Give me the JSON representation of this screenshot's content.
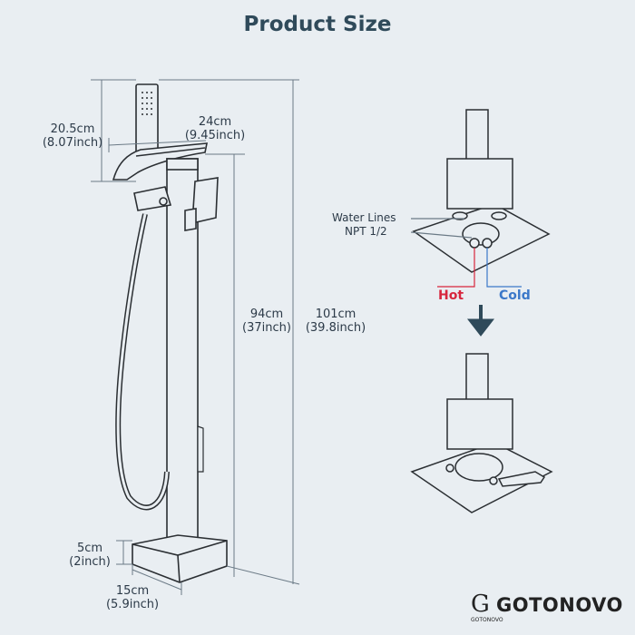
{
  "title": "Product Size",
  "dimensions": {
    "handshower_height": {
      "metric": "20.5cm",
      "imperial": "(8.07inch)"
    },
    "spout_length": {
      "metric": "24cm",
      "imperial": "(9.45inch)"
    },
    "spout_height": {
      "metric": "94cm",
      "imperial": "(37inch)"
    },
    "total_height": {
      "metric": "101cm",
      "imperial": "(39.8inch)"
    },
    "base_height": {
      "metric": "5cm",
      "imperial": "(2inch)"
    },
    "base_width": {
      "metric": "15cm",
      "imperial": "(5.9inch)"
    }
  },
  "install": {
    "water_lines_label": "Water Lines",
    "npt_label": "NPT 1/2",
    "hot_label": "Hot",
    "cold_label": "Cold"
  },
  "brand": {
    "name": "GOTONOVO",
    "logo_letter": "G",
    "logo_sub": "GOTONOVO"
  },
  "colors": {
    "background": "#e9eef2",
    "line": "#2b2f33",
    "dim_line": "#6b7a86",
    "hot": "#d7263d",
    "cold": "#3b78c9",
    "arrow": "#2f4a5a"
  }
}
